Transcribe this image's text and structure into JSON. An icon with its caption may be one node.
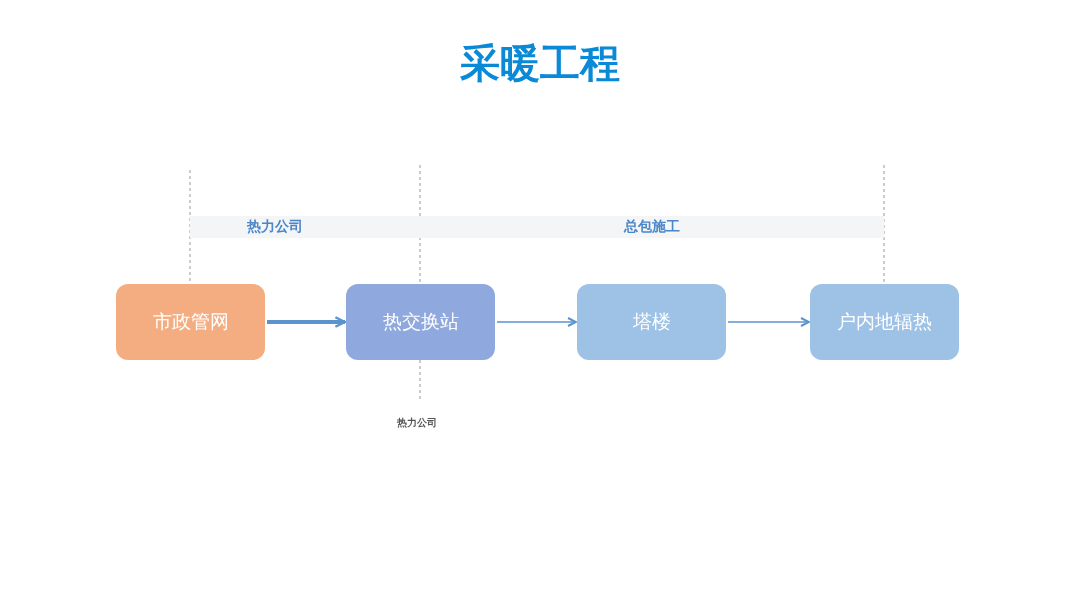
{
  "diagram": {
    "title": "采暖工程",
    "nodes": [
      {
        "text": [
          "热力公司"
        ]
      },
      {
        "text": [
          "总包施工"
        ]
      },
      {
        "text": [
          "市政管网"
        ]
      },
      {
        "text": [
          "热交换站"
        ]
      },
      {
        "text": [
          "塔楼"
        ]
      },
      {
        "text": [
          "户内地辐热"
        ]
      }
    ],
    "edges": [
      {
        "from": 2,
        "to": 3,
        "arrow": "to",
        "style": "thick"
      },
      {
        "from": 3,
        "to": 4,
        "arrow": "to"
      },
      {
        "from": 4,
        "to": 5,
        "arrow": "to"
      }
    ],
    "labels": [
      "热力公司"
    ]
  }
}
